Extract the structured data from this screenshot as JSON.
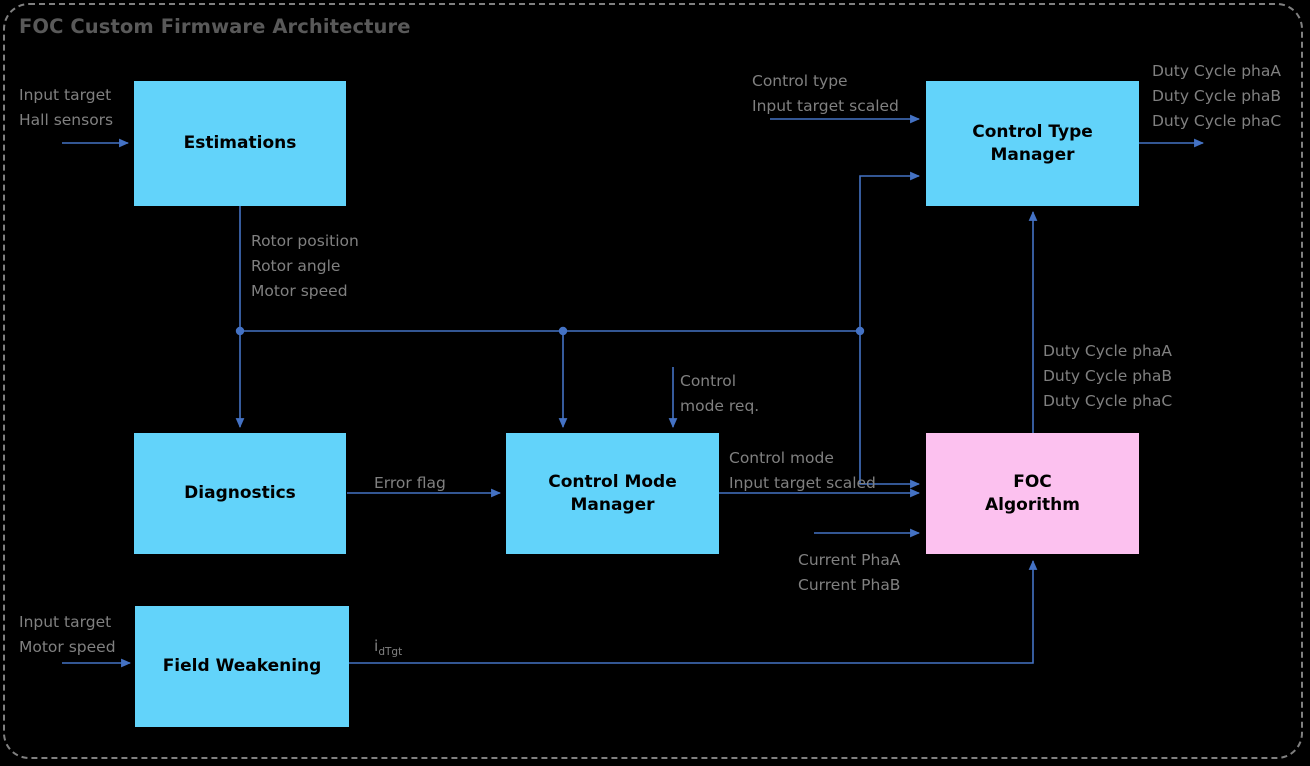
{
  "diagram": {
    "title": "FOC Custom Firmware Architecture",
    "type": "block-diagram",
    "colors": {
      "background": "#000000",
      "frame_border": "#808080",
      "block_primary": "#62D3FA",
      "block_accent": "#FCC1EF",
      "wire": "#4472C4",
      "label_text": "#808080",
      "block_text": "#000000",
      "title_text": "#595959"
    },
    "blocks": [
      {
        "id": "estimations",
        "label": "Estimations",
        "color": "block_primary"
      },
      {
        "id": "control-type-manager",
        "label": "Control Type\nManager",
        "color": "block_primary"
      },
      {
        "id": "diagnostics",
        "label": "Diagnostics",
        "color": "block_primary"
      },
      {
        "id": "control-mode-manager",
        "label": "Control Mode\nManager",
        "color": "block_primary"
      },
      {
        "id": "foc-algorithm",
        "label": "FOC\nAlgorithm",
        "color": "block_accent"
      },
      {
        "id": "field-weakening",
        "label": "Field Weakening",
        "color": "block_primary"
      }
    ],
    "signal_labels": {
      "estimations_in": "Input target\nHall sensors",
      "estimations_out": "Rotor position\nRotor angle\nMotor speed",
      "control_type_in": "Control type\nInput target scaled",
      "control_type_out": "Duty Cycle phaA\nDuty Cycle phaB\nDuty Cycle phaC",
      "control_mode_req": "Control\nmode req.",
      "error_flag": "Error flag",
      "control_mode_out": "Control mode\nInput target scaled",
      "foc_currents_in": "Current PhaA\nCurrent PhaB",
      "foc_duty_out": "Duty Cycle phaA\nDuty Cycle phaB\nDuty Cycle phaC",
      "field_weakening_in": "Input target\nMotor speed",
      "field_weakening_out_base": "i",
      "field_weakening_out_sub": "dTgt"
    },
    "block_labels": {
      "estimations": "Estimations",
      "control_type_manager_line1": "Control Type",
      "control_type_manager_line2": "Manager",
      "diagnostics": "Diagnostics",
      "control_mode_manager_line1": "Control Mode",
      "control_mode_manager_line2": "Manager",
      "foc_algorithm_line1": "FOC",
      "foc_algorithm_line2": "Algorithm",
      "field_weakening": "Field Weakening"
    }
  }
}
